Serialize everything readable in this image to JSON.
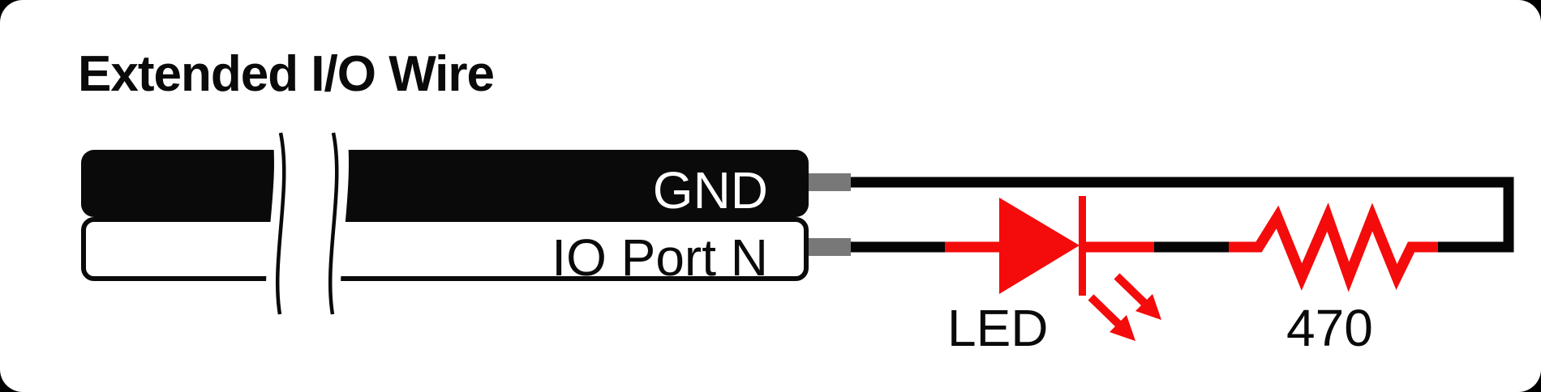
{
  "title": "Extended I/O Wire",
  "cable": {
    "wires": [
      {
        "id": "gnd",
        "label": "GND"
      },
      {
        "id": "io",
        "label": "IO Port N"
      }
    ]
  },
  "circuit": {
    "led": {
      "label": "LED"
    },
    "resistor": {
      "label": "470"
    }
  },
  "colors": {
    "red": "#F40B0B",
    "pin_gray": "#787878",
    "wire_black": "#050505",
    "bar_black": "#0a0a0a",
    "card_bg": "#FFFFFF",
    "page_bg": "#000000"
  }
}
